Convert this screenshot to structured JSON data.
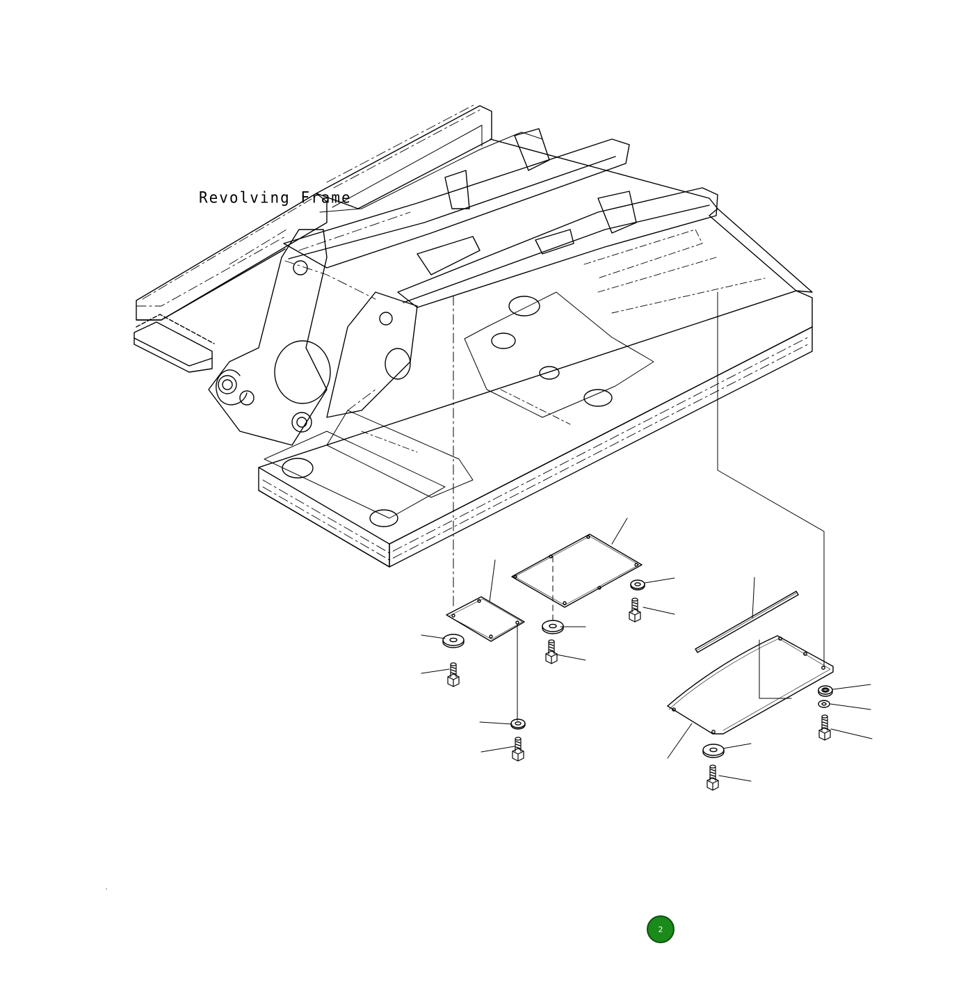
{
  "diagram": {
    "frame_label": "Revolving Frame",
    "page_marker": "2",
    "colors": {
      "line": "#000000",
      "marker_fill": "#1a8a1a",
      "marker_text": "#ffffff"
    },
    "parts": [
      "cover-plate-large",
      "cover-plate-small",
      "cover-plate-long",
      "seal-strip",
      "washer",
      "bolt"
    ]
  }
}
